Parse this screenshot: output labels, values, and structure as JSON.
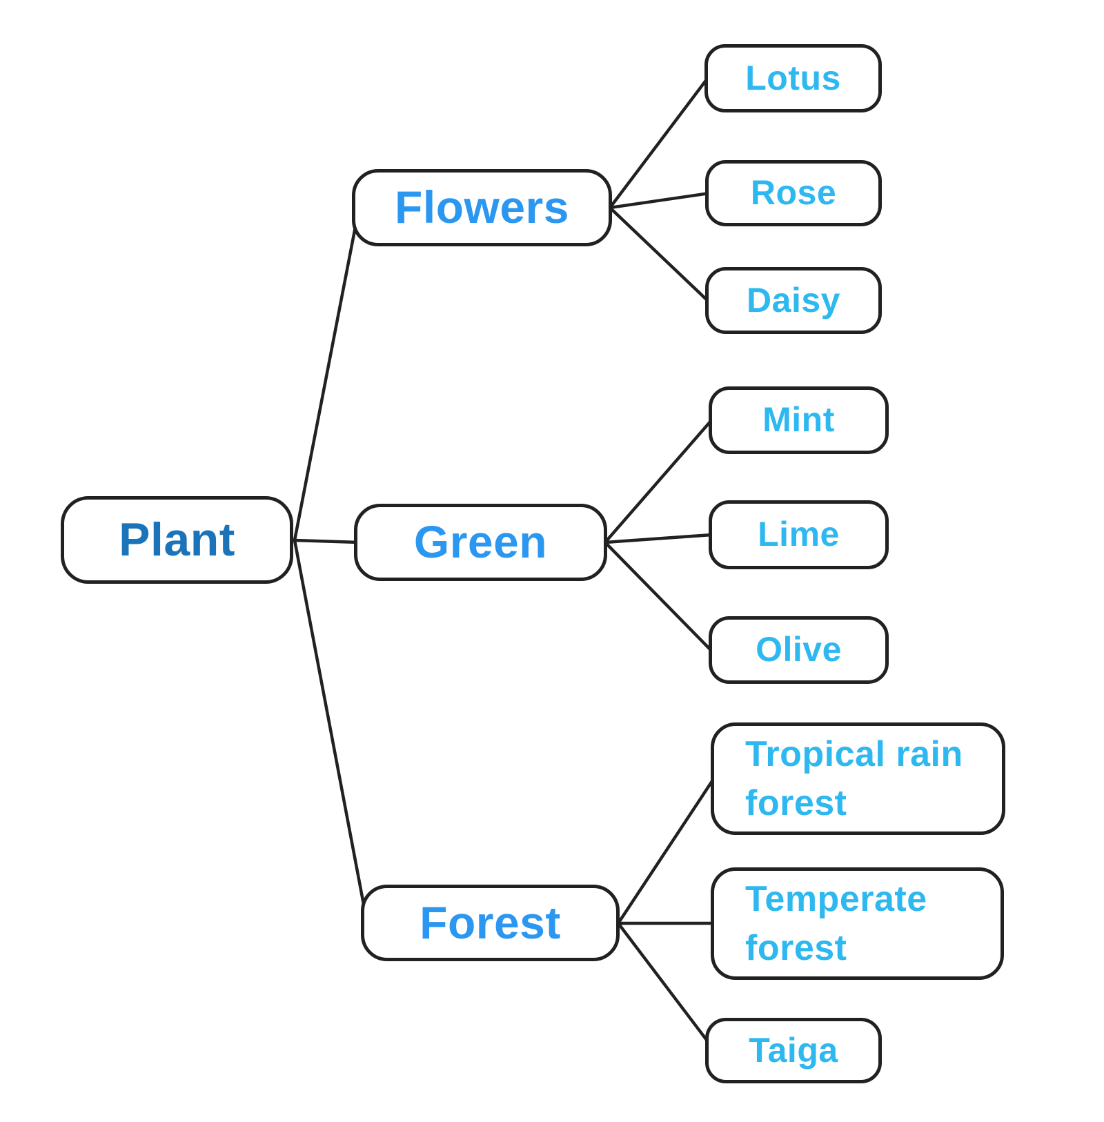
{
  "diagram": {
    "root": {
      "label": "Plant"
    },
    "branches": [
      {
        "label": "Flowers",
        "children": [
          {
            "label": "Lotus"
          },
          {
            "label": "Rose"
          },
          {
            "label": "Daisy"
          }
        ]
      },
      {
        "label": "Green",
        "children": [
          {
            "label": "Mint"
          },
          {
            "label": "Lime"
          },
          {
            "label": "Olive"
          }
        ]
      },
      {
        "label": "Forest",
        "children": [
          {
            "label": "Tropical rain forest"
          },
          {
            "label": "Temperate forest"
          },
          {
            "label": "Taiga"
          }
        ]
      }
    ],
    "colors": {
      "root_text": "#1b74ba",
      "branch_text": "#2b97f1",
      "leaf_text": "#2eb8f0",
      "line": "#212121",
      "border": "#212121",
      "background": "#ffffff"
    }
  }
}
